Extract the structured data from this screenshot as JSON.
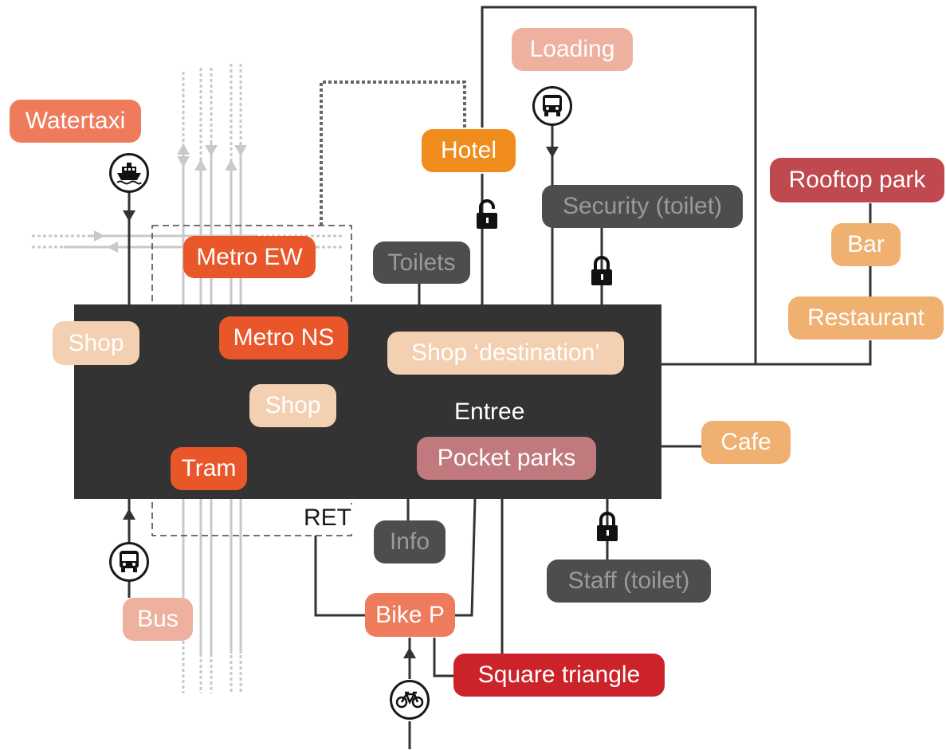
{
  "diagram": {
    "labels": {
      "watertaxi": "Watertaxi",
      "loading": "Loading",
      "hotel": "Hotel",
      "rooftop_park": "Rooftop park",
      "security": "Security (toilet)",
      "bar": "Bar",
      "metro_ew": "Metro EW",
      "toilets": "Toilets",
      "restaurant": "Restaurant",
      "shop_left": "Shop",
      "metro_ns": "Metro NS",
      "shop_destination": "Shop ‘destination’",
      "shop_inner": "Shop",
      "entree": "Entree",
      "cafe": "Cafe",
      "tram": "Tram",
      "pocket_parks": "Pocket parks",
      "ret": "RET",
      "info": "Info",
      "staff": "Staff (toilet)",
      "bus": "Bus",
      "bike_p": "Bike P",
      "square_triangle": "Square triangle"
    },
    "icons": [
      "ship-icon",
      "truck-icon",
      "bus-icon",
      "bicycle-icon",
      "lock-open-icon",
      "lock-closed-icon"
    ],
    "colors": {
      "hall": "#333333",
      "dark_gray": "#4d4d4d",
      "orange_red": "#e8562a",
      "salmon": "#ee7b5c",
      "light_salmon": "#eeb09f",
      "peach": "#f4d0b2",
      "orange": "#f08c1c",
      "light_orange": "#f0b070",
      "dark_red": "#c0484f",
      "red": "#cc2229",
      "mauve": "#c07a7e",
      "rail": "#c9c9c9",
      "line": "#333333"
    }
  }
}
